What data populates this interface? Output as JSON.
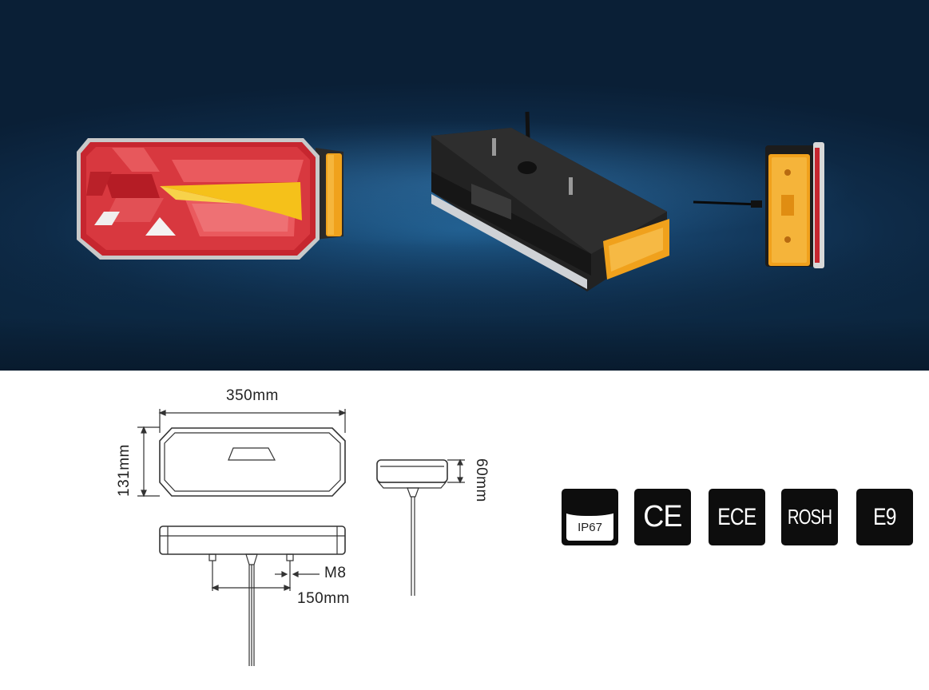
{
  "dimensions": {
    "width_label": "350mm",
    "height_label": "131mm",
    "depth_label": "60mm",
    "thread_label": "M8",
    "bolt_spacing_label": "150mm"
  },
  "certifications": [
    {
      "id": "ip67",
      "label": "IP67",
      "icon": "waterproof-icon"
    },
    {
      "id": "ce",
      "label": "CE",
      "icon": "ce-mark-icon"
    },
    {
      "id": "ece",
      "label": "ECE",
      "icon": "ece-icon"
    },
    {
      "id": "rosh",
      "label": "ROSH",
      "icon": "rosh-icon"
    },
    {
      "id": "e9",
      "label": "E9",
      "icon": "e9-icon"
    }
  ],
  "colors": {
    "hero_bg": "#0e2b48",
    "lamp_red": "#c8303a",
    "lamp_amber": "#f2a11e",
    "indicator_yellow": "#f5c518",
    "housing_black": "#1b1b1b",
    "badge_black": "#0d0d0d"
  }
}
